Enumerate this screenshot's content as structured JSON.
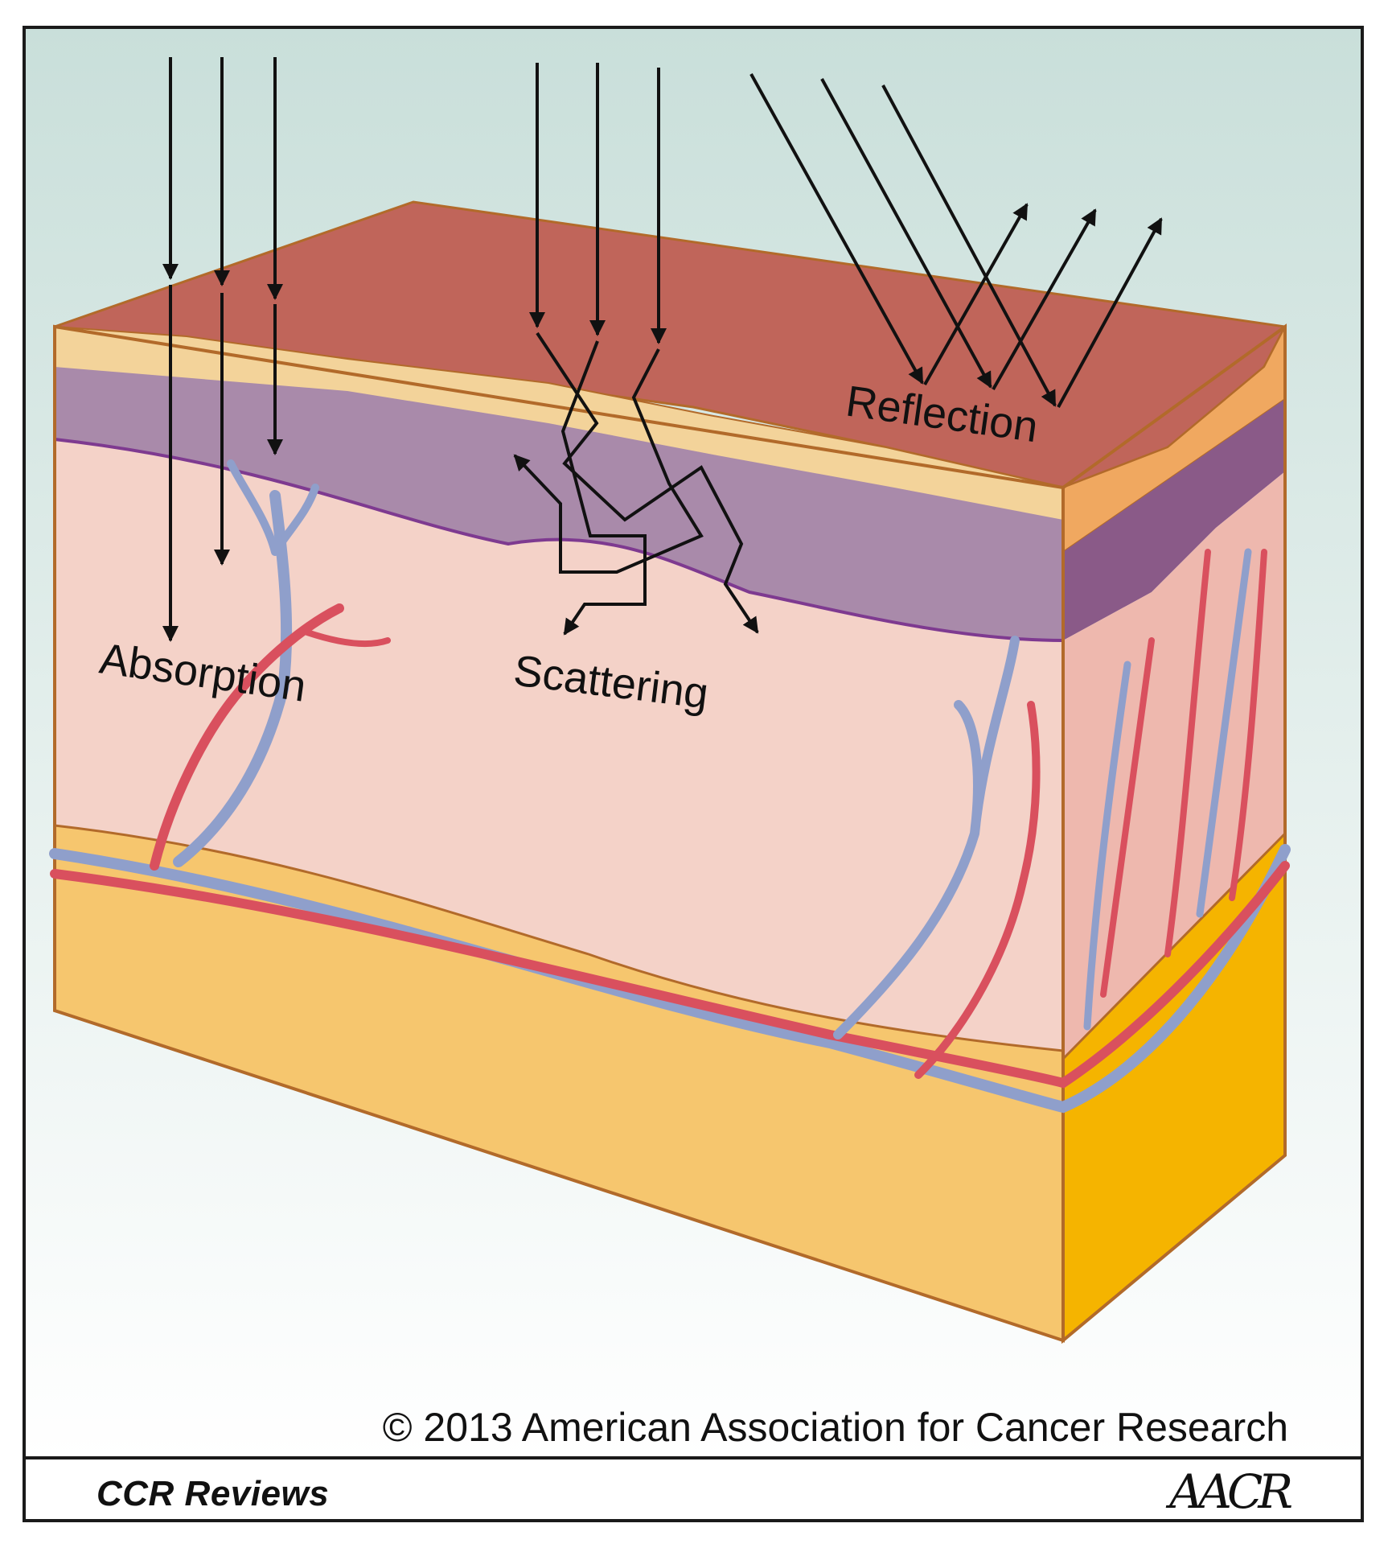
{
  "labels": {
    "absorption": "Absorption",
    "scattering": "Scattering",
    "reflection": "Reflection"
  },
  "copyright": "© 2013 American Association for Cancer Research",
  "footer": {
    "journal": "CCR Reviews",
    "logo": "AACR"
  },
  "colors": {
    "background_top": "#c7ddd8",
    "skin_surface": "#c0655a",
    "epidermis": "#f3d39a",
    "basal_layer": "#a98aaa",
    "dermis": "#f4d2c8",
    "subcutis": "#f6c66e",
    "artery": "#d9505e",
    "vein": "#8f9fcb",
    "outline": "#b26a2a"
  }
}
